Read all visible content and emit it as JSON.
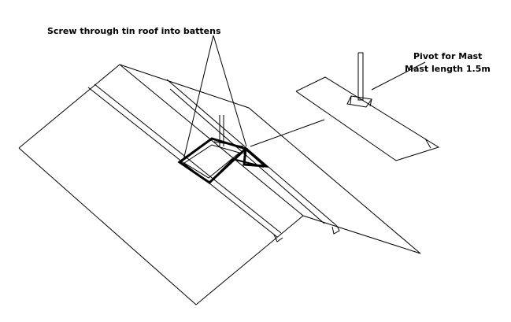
{
  "diagram": {
    "title": "Roof mast mount sketch",
    "labels": {
      "screw": "Screw through tin roof into battens",
      "pivot": "Pivot for Mast",
      "mast_length": "Mast length 1.5m"
    },
    "colors": {
      "line": "#000000",
      "background": "#ffffff"
    }
  }
}
